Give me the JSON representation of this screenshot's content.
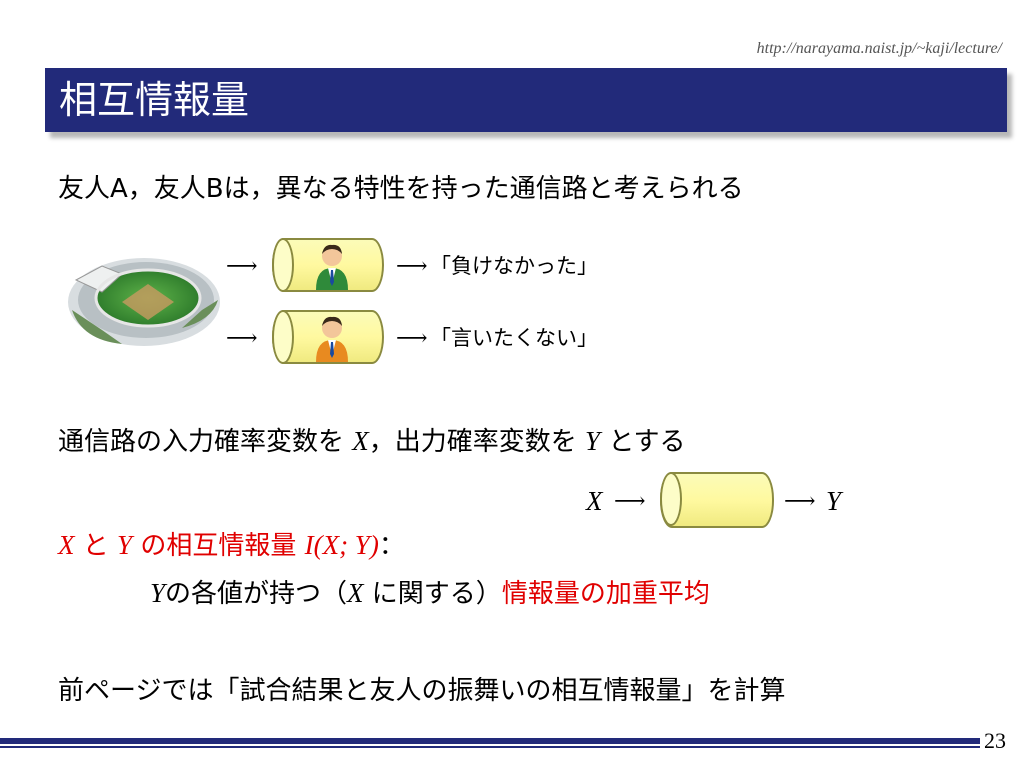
{
  "header": {
    "url": "http://narayama.naist.jp/~kaji/lecture/",
    "title": "相互情報量"
  },
  "body": {
    "line1": "友人A，友人Bは，異なる特性を持った通信路と考えられる",
    "arrow_out_1": "「負けなかった」",
    "arrow_out_2": "「言いたくない」",
    "line2_part1": "通信路の入力確率変数を ",
    "line2_x": "X",
    "line2_part2": "，出力確率変数を ",
    "line2_y": "Y",
    "line2_part3": " とする",
    "diagram_x": "X",
    "diagram_y": "Y",
    "mi_x": "X",
    "mi_to": " と ",
    "mi_y": "Y",
    "mi_label": " の相互情報量 ",
    "mi_formula": "I(X; Y)",
    "mi_colon": "：",
    "def_y": "Y",
    "def_part1": "の各値が持つ（",
    "def_x": "X",
    "def_part2": " に関する）",
    "def_red": "情報量の加重平均",
    "line_last": "前ページでは「試合結果と友人の振舞いの相互情報量」を計算"
  },
  "footer": {
    "page_number": "23"
  },
  "colors": {
    "title_bar": "#222a7a",
    "accent_red": "#e00000",
    "channel_fill": "#fff9a0"
  },
  "icons": [
    "stadium-image",
    "person-icon-green",
    "person-icon-orange",
    "channel-cylinder"
  ]
}
